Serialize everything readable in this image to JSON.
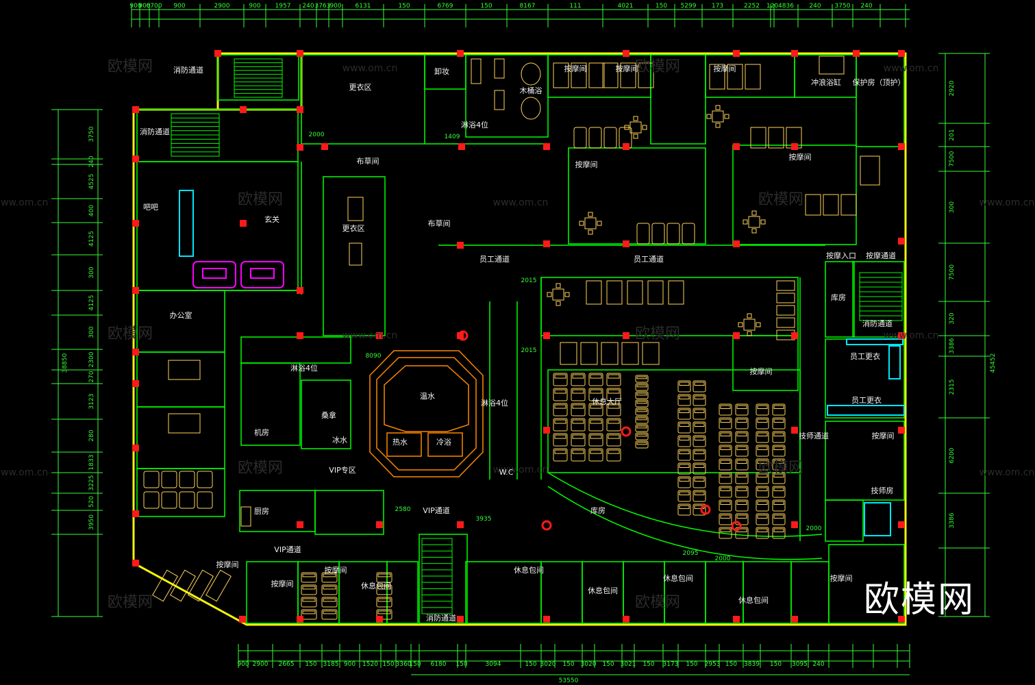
{
  "rooms": [
    {
      "label": "消防通道"
    },
    {
      "label": "消防通道"
    },
    {
      "label": "更衣区"
    },
    {
      "label": "卸妆"
    },
    {
      "label": "木桶浴"
    },
    {
      "label": "按摩间"
    },
    {
      "label": "按摩间"
    },
    {
      "label": "按摩间"
    },
    {
      "label": "冲浪浴缸"
    },
    {
      "label": "保护房（顶护）"
    },
    {
      "label": "布草间"
    },
    {
      "label": "淋浴4位"
    },
    {
      "label": "按摩间"
    },
    {
      "label": "按摩间"
    },
    {
      "label": "吧吧"
    },
    {
      "label": "玄关"
    },
    {
      "label": "更衣区"
    },
    {
      "label": "布草间"
    },
    {
      "label": "员工通道"
    },
    {
      "label": "员工通道"
    },
    {
      "label": "按摩入口"
    },
    {
      "label": "按摩通道"
    },
    {
      "label": "库房"
    },
    {
      "label": "消防通道"
    },
    {
      "label": "办公室"
    },
    {
      "label": "淋浴4位"
    },
    {
      "label": "温水"
    },
    {
      "label": "热水"
    },
    {
      "label": "冷浴"
    },
    {
      "label": "冰水"
    },
    {
      "label": "机房"
    },
    {
      "label": "休息大厅"
    },
    {
      "label": "员工更衣"
    },
    {
      "label": "员工更衣"
    },
    {
      "label": "按摩间"
    },
    {
      "label": "按摩间"
    },
    {
      "label": "技师通道"
    },
    {
      "label": "桑拿"
    },
    {
      "label": "VIP通道"
    },
    {
      "label": "厨房"
    },
    {
      "label": "VIP通道"
    },
    {
      "label": "按摩间"
    },
    {
      "label": "按摩间"
    },
    {
      "label": "库房"
    },
    {
      "label": "休息包间"
    },
    {
      "label": "休息包间"
    },
    {
      "label": "按摩间"
    },
    {
      "label": "消防通道"
    },
    {
      "label": "休息包间"
    },
    {
      "label": "按摩间"
    },
    {
      "label": "休息包间"
    },
    {
      "label": "休息包间"
    },
    {
      "label": "W.C"
    },
    {
      "label": "淋浴4位"
    },
    {
      "label": "VIP专区"
    },
    {
      "label": "技师房"
    }
  ],
  "dims_top": [
    "900",
    "900",
    "6700",
    "900",
    "2900",
    "900",
    "1957",
    "240",
    "3763",
    "900",
    "6131",
    "150",
    "6769",
    "150",
    "8167",
    "111",
    "4021",
    "150",
    "5299",
    "173",
    "2252",
    "120",
    "4836",
    "240",
    "3750",
    "240"
  ],
  "dims_bottom": [
    "900",
    "2900",
    "2665",
    "150",
    "3185",
    "900",
    "1520",
    "150",
    "3360",
    "150",
    "6180",
    "150",
    "3094",
    "150",
    "3020",
    "150",
    "3020",
    "150",
    "3021",
    "150",
    "3173",
    "150",
    "2953",
    "150",
    "3839",
    "150",
    "3095",
    "240"
  ],
  "dims_left": [
    "3750",
    "240",
    "4525",
    "400",
    "4125",
    "300",
    "4125",
    "300",
    "2300",
    "270",
    "3123",
    "280",
    "1833",
    "3225",
    "520",
    "3950"
  ],
  "dims_right": [
    "2920",
    "201",
    "7500",
    "300",
    "7500",
    "320",
    "3386",
    "2315",
    "6200",
    "3386"
  ],
  "dims_inner": [
    "2000",
    "1409",
    "2015",
    "2015",
    "8090",
    "2000",
    "2095",
    "2000",
    "2580",
    "3935"
  ],
  "overall": {
    "width": "53550",
    "height_left": "38850",
    "height_right": "45452"
  },
  "watermark": {
    "cn": "欧模网",
    "url": "www.om.cn",
    "brand": "欧模网"
  },
  "colors": {
    "wall": "#f5f50a",
    "line": "#00ff00",
    "column": "#ff1a1a",
    "dim": "#36ff36",
    "pool": "#ff8800",
    "furniture": "#ffd45a",
    "magenta": "#ff00ff",
    "cyan": "#00e6ff"
  }
}
